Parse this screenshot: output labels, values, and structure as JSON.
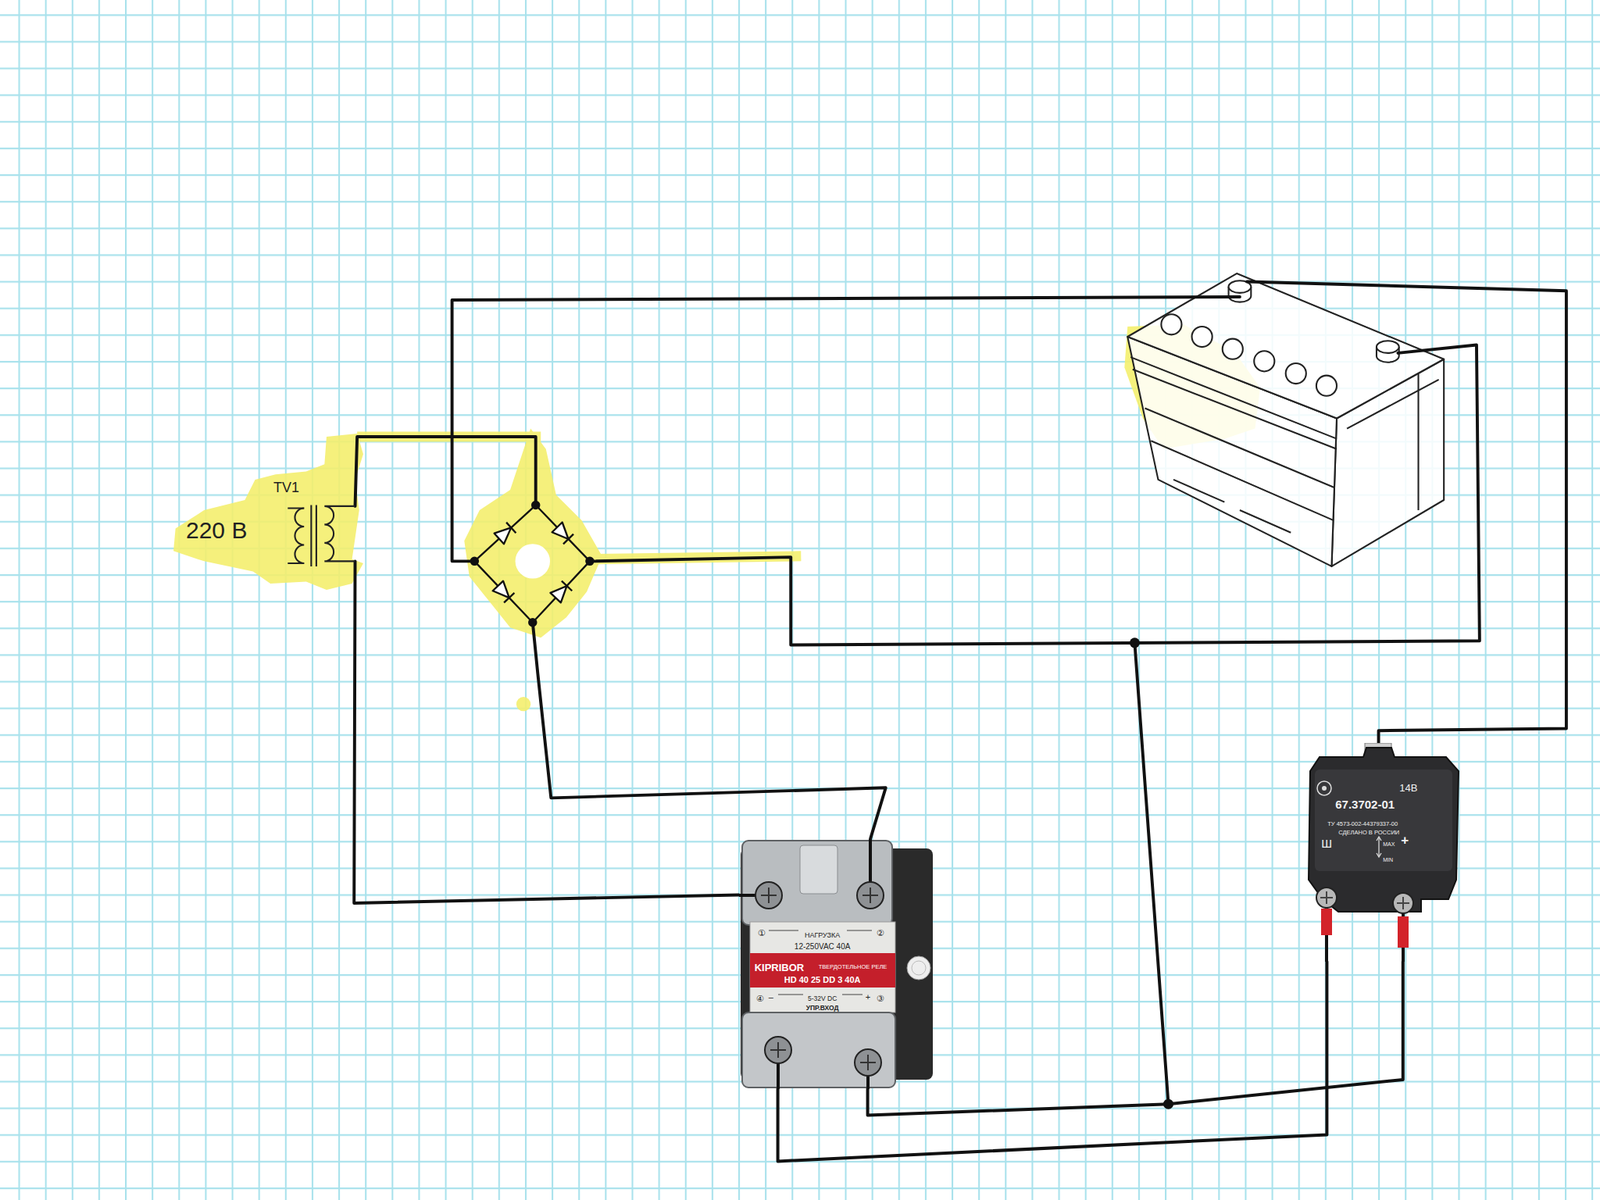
{
  "diagram": {
    "nodes": [
      {
        "text": [
          "①",
          "НАГРУЗКА",
          "②",
          "12-250VAC 40A",
          "KIPRIBOR",
          "ТВЕРДОТЕЛЬНОЕ РЕЛЕ",
          "HD 40 25 DD 3 40A",
          "④",
          "–",
          "5-32V DC",
          "УПР.ВХОД",
          "+",
          "③"
        ]
      },
      {
        "text": [
          "14В",
          "67.3702-01",
          "ТУ 4573-002-44379337-00",
          "СДЕЛАНО В РОССИИ",
          "Ш",
          "MAX",
          "MIN",
          "+"
        ]
      }
    ],
    "edges": [
      {
        "from": 0,
        "to": 1,
        "arrow": "none"
      },
      {
        "from": 0,
        "to": 1,
        "arrow": "none"
      }
    ],
    "labels": [
      "TV1",
      "220 В"
    ]
  }
}
